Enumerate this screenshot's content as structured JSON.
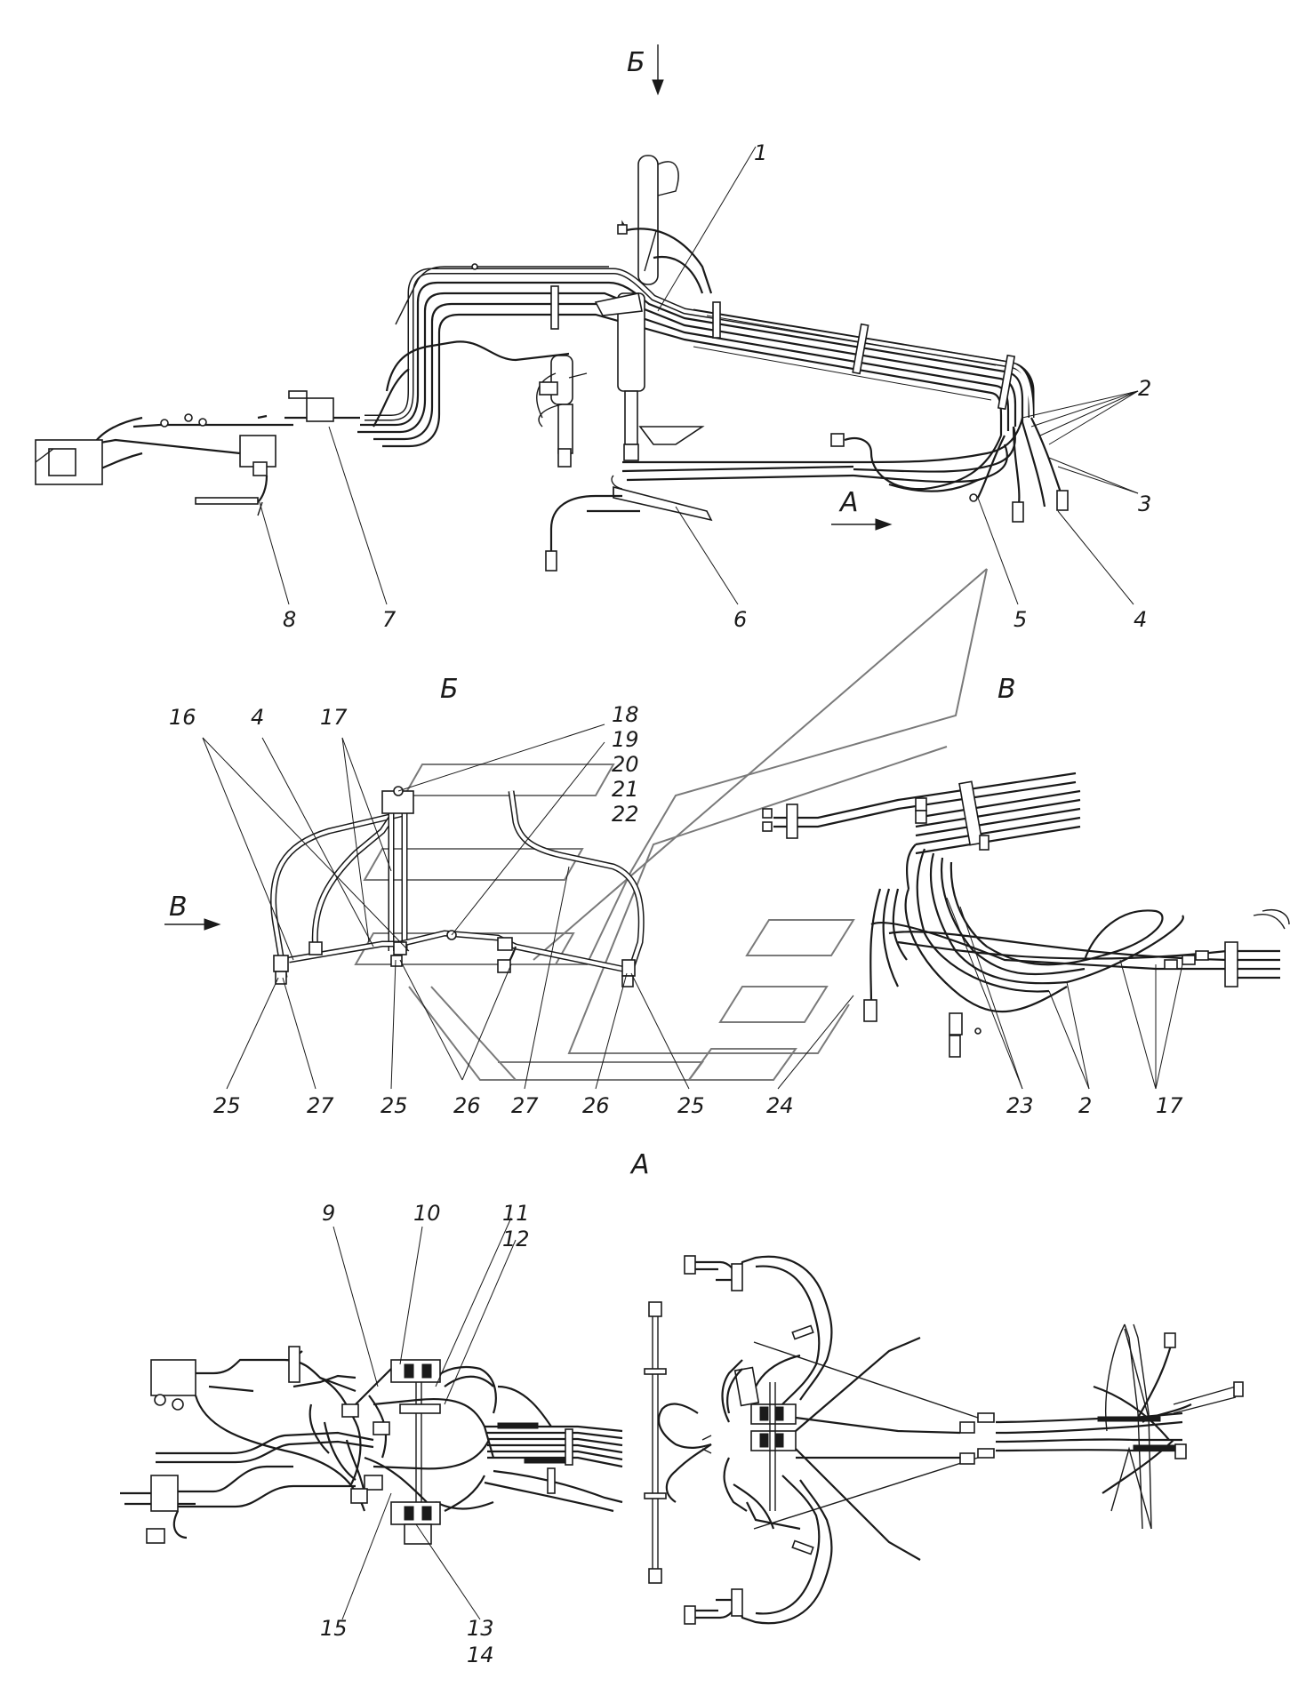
{
  "views": {
    "B_top": "Б",
    "A_top": "А",
    "B_title": "Б",
    "V_title": "В",
    "V_arrow": "В",
    "A_title": "А"
  },
  "main_labels": [
    "1",
    "2",
    "3",
    "4",
    "5",
    "6",
    "7",
    "8"
  ],
  "b_labels": [
    "16",
    "4",
    "17",
    "18",
    "19",
    "20",
    "21",
    "22",
    "25",
    "27",
    "25",
    "26",
    "27",
    "26",
    "25",
    "24"
  ],
  "v_labels": [
    "23",
    "2",
    "17"
  ],
  "a_labels": [
    "9",
    "10",
    "11",
    "12",
    "15",
    "13",
    "14"
  ]
}
